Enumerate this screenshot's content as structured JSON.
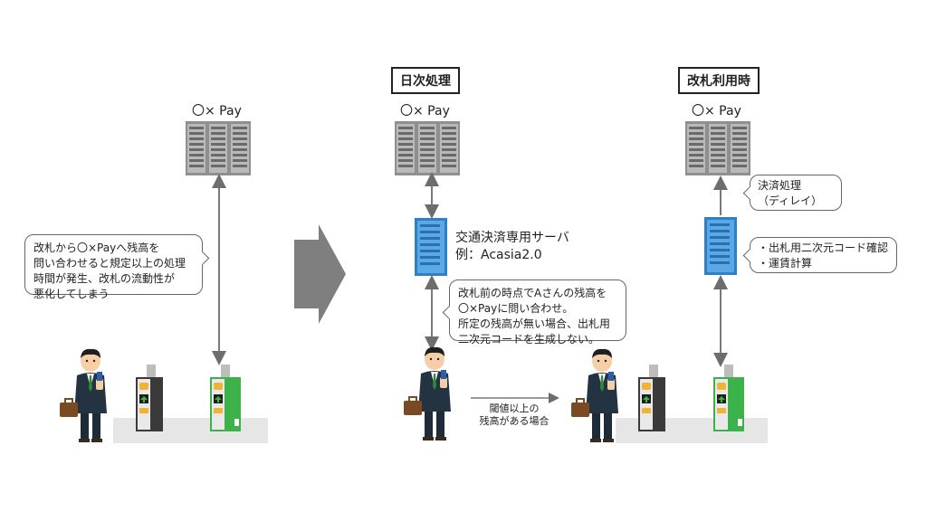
{
  "headers": {
    "daily": "日次処理",
    "gate": "改札利用時"
  },
  "server_labels": {
    "left": "〇× Pay",
    "middle": "〇× Pay",
    "right": "〇× Pay"
  },
  "middle_server": {
    "line1": "交通決済専用サーバ",
    "line2": "例：Acasia2.0"
  },
  "callouts": {
    "left": [
      "改札から〇×Payへ残高を",
      "問い合わせると規定以上の処理",
      "時間が発生、改札の流動性が",
      "悪化してしまう"
    ],
    "middle": [
      "改札前の時点でAさんの残高を",
      "〇×Payに問い合わせ。",
      "所定の残高が無い場合、出札用",
      "二次元コードを生成しない。"
    ],
    "settle": [
      "決済処理",
      "（ディレイ）"
    ],
    "gate": [
      "・出札用二次元コード確認",
      "・運賃計算"
    ]
  },
  "threshold": [
    "閾値以上の",
    "残高がある場合"
  ],
  "colors": {
    "server_blue": "#3a8fd6",
    "server_gray": "#9a9a9a",
    "gate_green": "#3cb34a",
    "arrow_gray": "#7a7a7a"
  }
}
